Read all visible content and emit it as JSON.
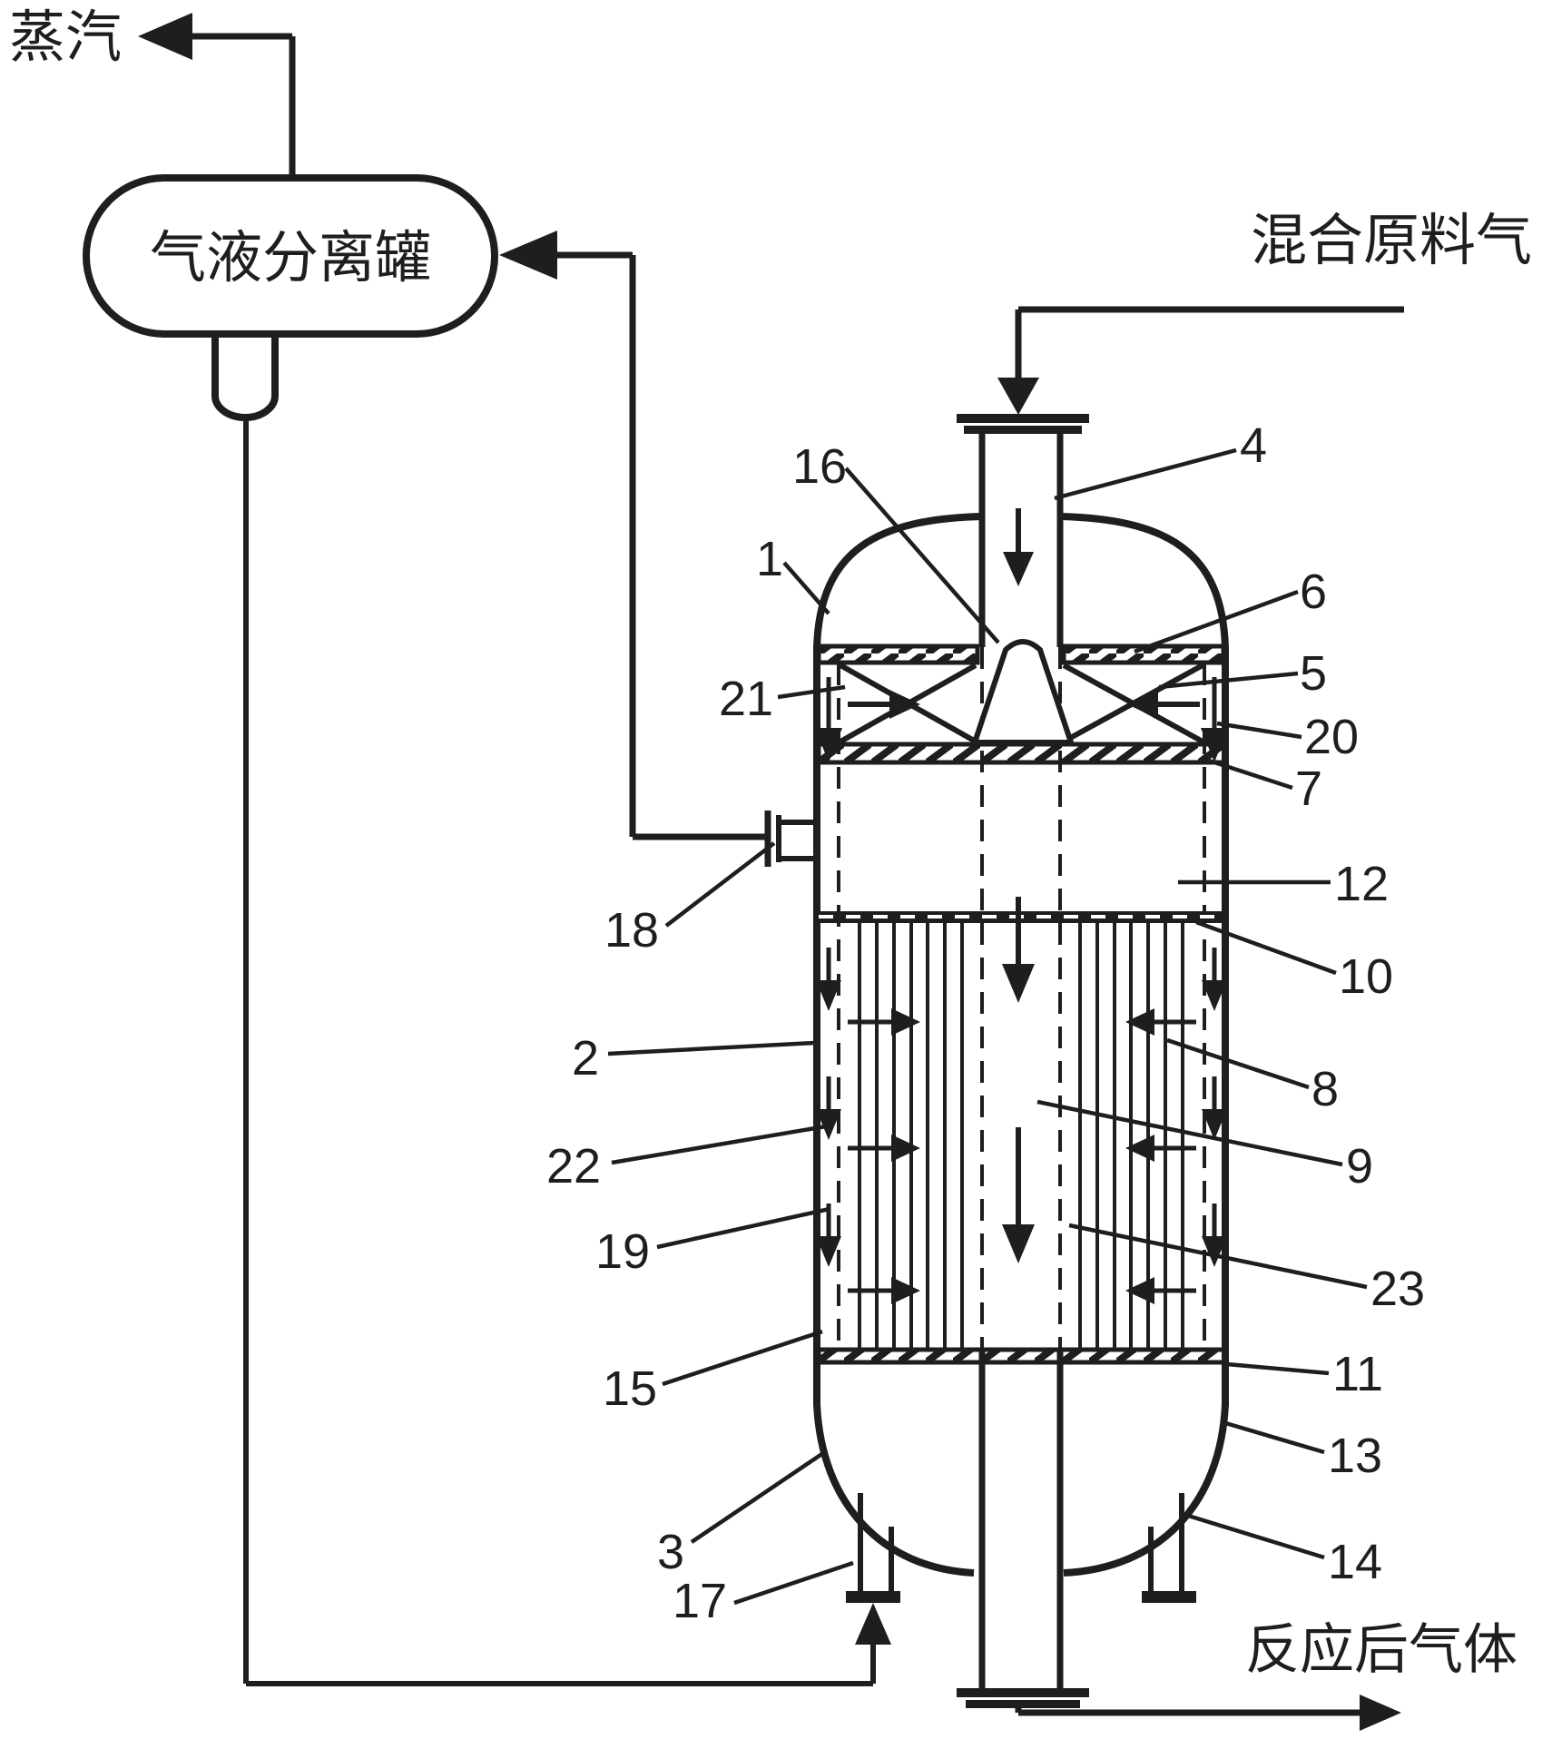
{
  "drawing": {
    "stream_labels": {
      "steam": "蒸汽",
      "separator_tank": "气液分离罐",
      "feed_gas": "混合原料气",
      "product_gas": "反应后气体"
    },
    "callouts": {
      "c1": "1",
      "c2": "2",
      "c3": "3",
      "c4": "4",
      "c5": "5",
      "c6": "6",
      "c7": "7",
      "c8": "8",
      "c9": "9",
      "c10": "10",
      "c11": "11",
      "c12": "12",
      "c13": "13",
      "c14": "14",
      "c15": "15",
      "c16": "16",
      "c17": "17",
      "c18": "18",
      "c19": "19",
      "c20": "20",
      "c21": "21",
      "c22": "22",
      "c23": "23"
    },
    "colors": {
      "line": "#1e1e1e",
      "background": "#ffffff"
    }
  }
}
